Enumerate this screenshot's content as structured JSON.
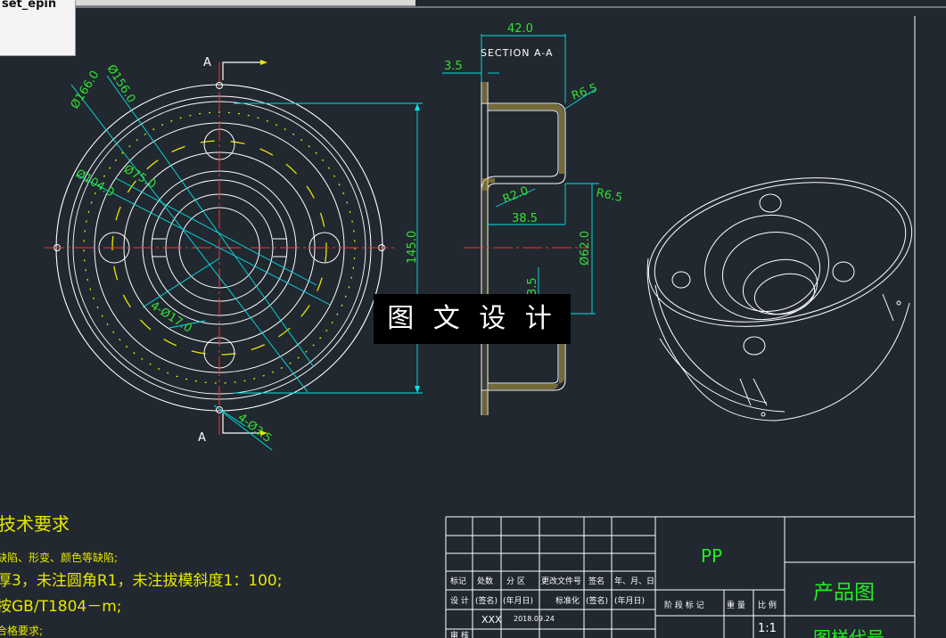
{
  "tab": {
    "label": "set_epin"
  },
  "watermark": "图 文 设 计",
  "front_view": {
    "section_mark_top": "A",
    "section_mark_bottom": "A",
    "dims": {
      "d166": "Ø166.0",
      "d156": "Ø156.0",
      "d104": "Ø104.0",
      "d75": "Ø75.0",
      "holes17": "4-Ø17.0",
      "holes35": "4-Ø3.5",
      "h145": "145.0"
    }
  },
  "section_view": {
    "title": "SECTION A-A",
    "dims": {
      "w42": "42.0",
      "t35": "3.5",
      "r65a": "R6.5",
      "r65b": "R6.5",
      "r2": "R2.0",
      "w385": "38.5",
      "d62": "Ø62.0",
      "v35": "3.5"
    }
  },
  "notes": {
    "title": "技术要求",
    "lines": [
      "缺陷、形变、颜色等缺陷;",
      "厚3，未注圆角R1，未注拔模斜度1：100;",
      "按GB/T1804－m;",
      "合格要求;"
    ]
  },
  "title_block": {
    "material": "PP",
    "product": "产品图",
    "drawing_no": "图样代号",
    "scale": "1:1",
    "row_labels": [
      "标记",
      "处数",
      "分 区",
      "更改文件号",
      "签名",
      "年、月、日"
    ],
    "row_labels2": [
      "设 计",
      "(签名)",
      "(年月日)",
      "标准化",
      "(签名)",
      "(年月日)"
    ],
    "designer": "XXX",
    "date": "2018.09.24",
    "review": "审 核",
    "stage_labels": [
      "阶 段 标 记",
      "重 量",
      "比 例"
    ]
  },
  "colors": {
    "background": "#212830",
    "lines": "#ffffff",
    "dimensions": "#00e5e5",
    "dim_text": "#33e033",
    "centerline": "#ff3030",
    "hidden": "#e8e800",
    "notes": "#e8e800",
    "title_green": "#22ee22"
  }
}
